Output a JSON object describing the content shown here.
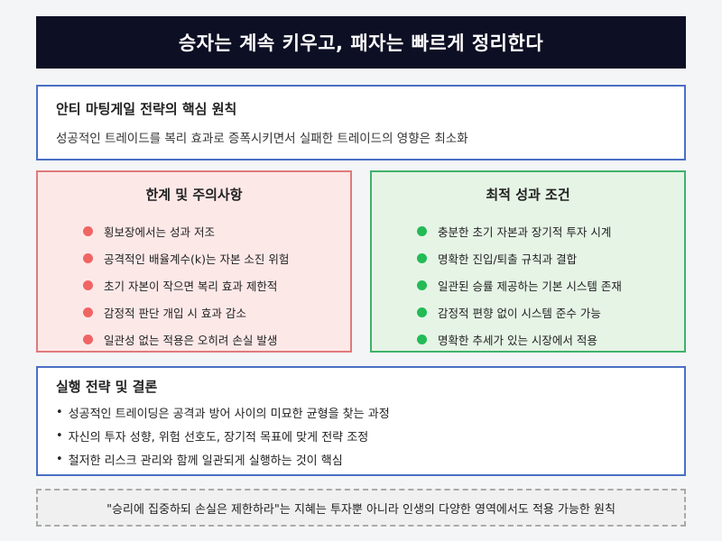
{
  "title": "승자는 계속 키우고, 패자는 빠르게 정리한다",
  "principle": {
    "heading": "안티 마팅게일 전략의 핵심 원칙",
    "text": "성공적인 트레이드를 복리 효과로 증폭시키면서 실패한 트레이드의 영향은 최소화"
  },
  "limits": {
    "heading": "한계 및 주의사항",
    "items": [
      "횡보장에서는 성과 저조",
      "공격적인 배율계수(k)는 자본 소진 위험",
      "초기 자본이 작으면 복리 효과 제한적",
      "감정적 판단 개입 시 효과 감소",
      "일관성 없는 적용은 오히려 손실 발생"
    ],
    "dot_color": "#f06464"
  },
  "optimal": {
    "heading": "최적 성과 조건",
    "items": [
      "충분한 초기 자본과 장기적 투자 시계",
      "명확한 진입/퇴출 규칙과 결합",
      "일관된 승률 제공하는 기본 시스템 존재",
      "감정적 편향 없이 시스템 준수 가능",
      "명확한 추세가 있는 시장에서 적용"
    ],
    "dot_color": "#22bb55"
  },
  "strategy": {
    "heading": "실행 전략 및 결론",
    "bullet": "•",
    "items": [
      "성공적인 트레이딩은 공격과 방어 사이의 미묘한 균형을 찾는 과정",
      "자신의 투자 성향, 위험 선호도, 장기적 목표에 맞게 전략 조정",
      "철저한 리스크 관리와 함께 일관되게 실행하는 것이 핵심"
    ]
  },
  "quote": "\"승리에 집중하되 손실은 제한하라\"는 지혜는 투자뿐 아니라 인생의 다양한 영역에서도 적용 가능한 원칙"
}
